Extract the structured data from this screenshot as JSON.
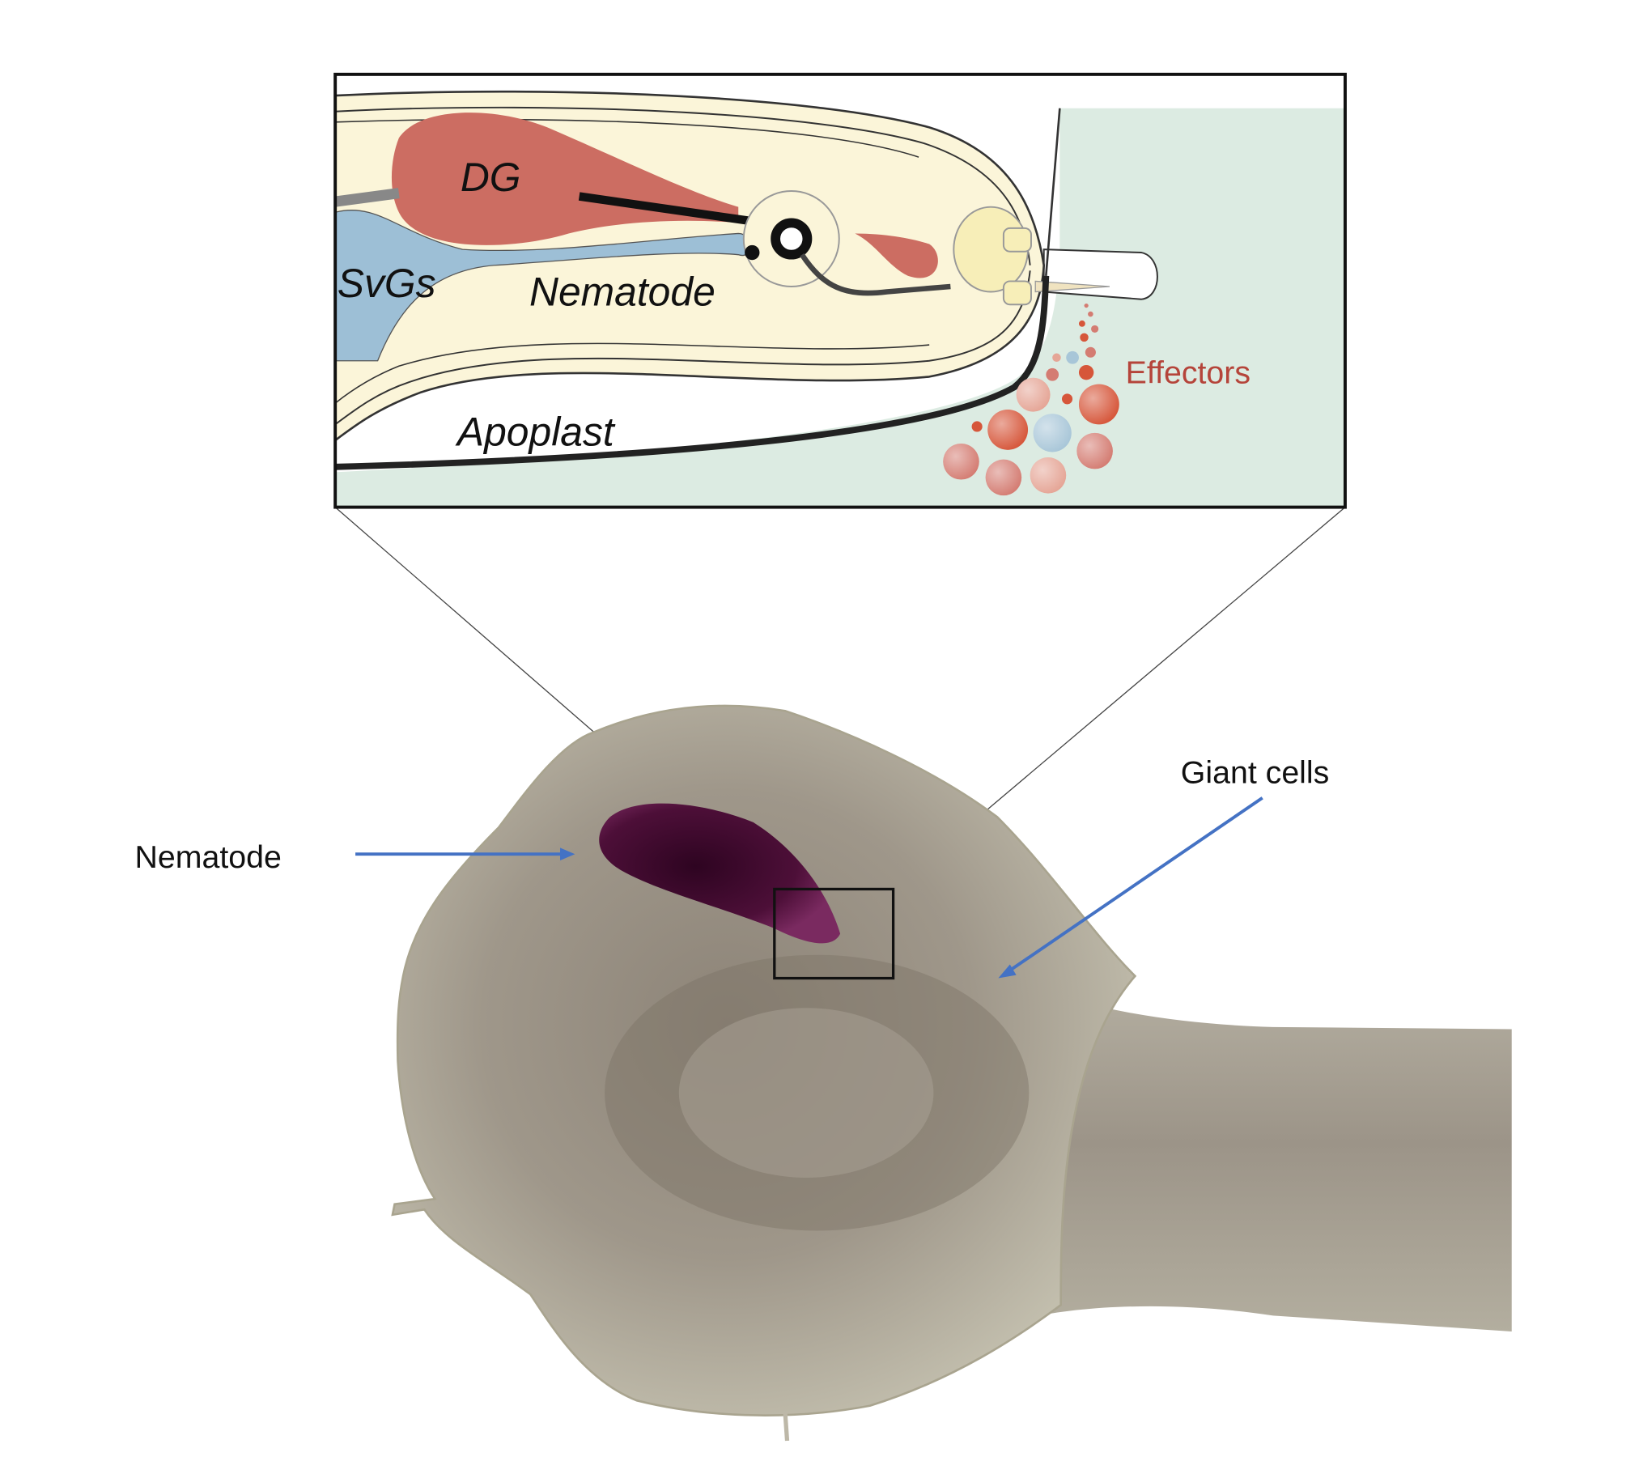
{
  "inset": {
    "labels": {
      "dg": "DG",
      "svgs": "SvGs",
      "nematode": "Nematode",
      "apoplast": "Apoplast",
      "effectors": "Effectors"
    }
  },
  "micrograph": {
    "labels": {
      "nematode": "Nematode",
      "giant_cells": "Giant cells"
    }
  },
  "colors": {
    "arrow": "#4472c4",
    "effectors_text": "#b5443a",
    "dg": "#cc6d62",
    "svgs": "#9dbfd6",
    "nematode_body": "#fbf5d9",
    "apoplast_bg": "#dcebe2",
    "nematode_stain": "#4a0f36"
  }
}
